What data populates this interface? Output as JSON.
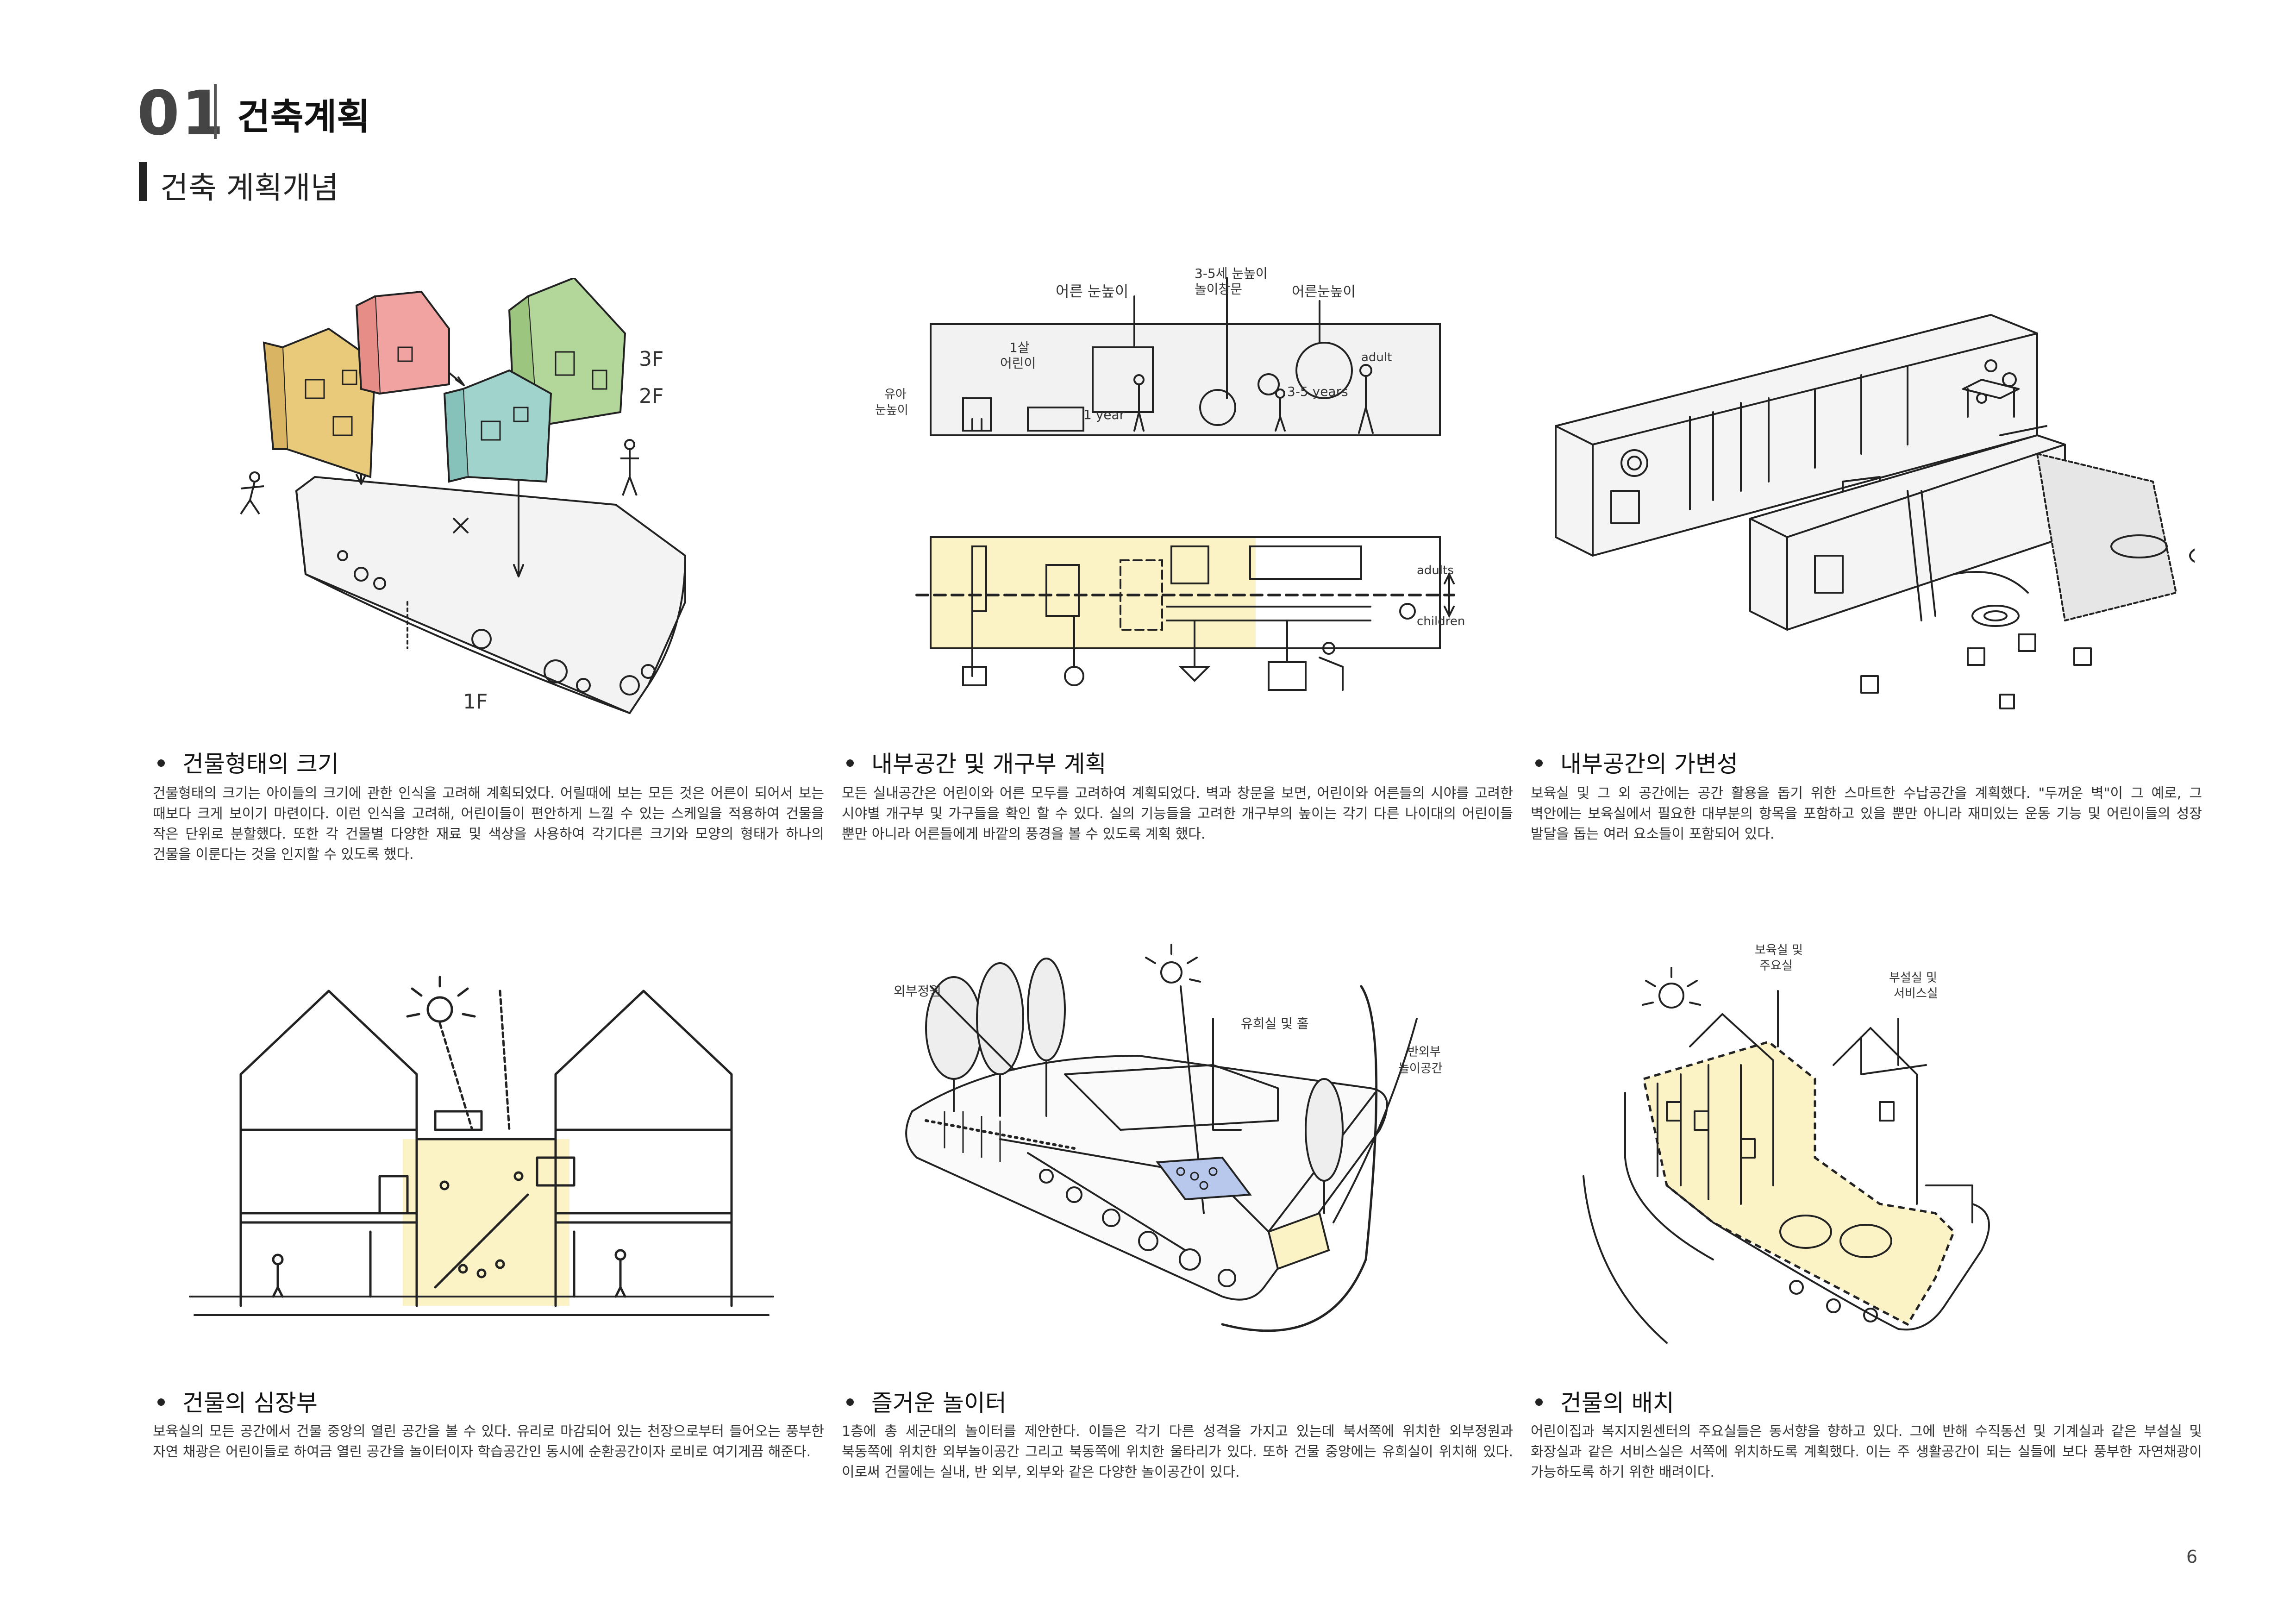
{
  "header": {
    "number": "01",
    "title": "건축계획",
    "subtitle": "건축 계획개념"
  },
  "sections": [
    {
      "title": "건물형태의 크기",
      "body": "건물형태의 크기는 아이들의 크기에 관한 인식을 고려해 계획되었다. 어릴때에 보는 모든 것은 어른이 되어서 보는 때보다 크게 보이기 마련이다. 이런 인식을 고려해, 어린이들이 편안하게 느낄 수 있는 스케일을 적용하여 건물을 작은 단위로 분할했다. 또한 각 건물별 다양한 재료 및 색상을 사용하여 각기다른 크기와 모양의 형태가 하나의 건물을 이룬다는 것을 인지할 수 있도록 했다."
    },
    {
      "title": "내부공간 및 개구부 계획",
      "body": "모든 실내공간은 어린이와 어른 모두를 고려하여 계획되었다. 벽과 창문을 보면, 어린이와 어른들의 시야를 고려한 시야별 개구부 및 가구들을 확인 할 수 있다. 실의 기능들을 고려한 개구부의 높이는 각기 다른 나이대의 어린이들 뿐만 아니라 어른들에게 바깥의 풍경을 볼 수 있도록 계획 했다."
    },
    {
      "title": "내부공간의 가변성",
      "body": "보육실 및 그 외 공간에는 공간 활용을 돕기 위한 스마트한 수납공간을 계획했다. \"두꺼운 벽\"이 그 예로, 그 벽안에는 보육실에서 필요한 대부분의 항목을 포함하고 있을 뿐만 아니라 재미있는 운동 기능 및 어린이들의 성장 발달을 돕는 여러 요소들이 포함되어 있다."
    },
    {
      "title": "건물의 심장부",
      "body": "보육실의 모든 공간에서 건물 중앙의 열린 공간을 볼 수 있다. 유리로 마감되어 있는 천장으로부터 들어오는 풍부한 자연 채광은 어린이들로 하여금 열린 공간을 놀이터이자 학습공간인 동시에 순환공간이자 로비로 여기게끔 해준다."
    },
    {
      "title": "즐거운 놀이터",
      "body": "1층에 총 세군대의 놀이터를 제안한다. 이들은 각기 다른 성격을 가지고 있는데 북서쪽에 위치한 외부정원과 북동쪽에 위치한 외부놀이공간 그리고 북동쪽에 위치한 울타리가 있다. 또하 건물 중앙에는 유희실이 위치해 있다. 이로써 건물에는 실내, 반 외부, 외부와 같은 다양한 놀이공간이 있다."
    },
    {
      "title": "건물의 배치",
      "body": "어린이집과 복지지원센터의 주요실들은 동서향을 향하고 있다. 그에 반해 수직동선 및 기계실과 같은 부설실 및 화장실과 같은 서비스실은 서쪽에 위치하도록 계획했다. 이는 주 생활공간이 되는 실들에 보다 풍부한 자연채광이 가능하도록 하기 위한 배려이다."
    }
  ],
  "sketch1": {
    "label_3f": "3F",
    "label_2f": "2F",
    "label_1f": "1F"
  },
  "sketch2": {
    "label_adult_eye": "어른 눈높이",
    "label_35_eye": "3-5세 눈높이",
    "label_play_window": "놀이창문",
    "label_adult_eye2": "어른눈높이",
    "label_1yr_line1": "1살",
    "label_1yr_line2": "어린이",
    "label_infant_line1": "유아",
    "label_infant_line2": "눈높이",
    "label_1year": "1 year",
    "label_35years": "3-5 years",
    "label_adult": "adult",
    "label_adults": "adults",
    "label_children": "children"
  },
  "sketch5": {
    "label_outdoor_garden": "외부정원",
    "label_playroom": "유희실 및 홀",
    "label_semi_line1": "반외부",
    "label_semi_line2": "놀이공간"
  },
  "sketch6": {
    "label_nursery_line1": "보육실 및",
    "label_nursery_line2": "주요실",
    "label_service_line1": "부설실 및",
    "label_service_line2": "서비스실"
  },
  "page_number": "6",
  "colors": {
    "house_yellow": "#e9c97a",
    "house_red": "#f0a3a0",
    "house_green": "#b3d69a",
    "house_blue": "#9fd3cc",
    "yellow_fill": "#fbf3c6",
    "blue_fill": "#b8c8ec"
  }
}
